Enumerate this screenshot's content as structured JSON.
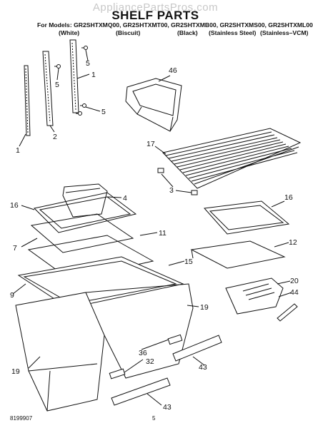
{
  "watermark": "AppliancePartsPros.com",
  "title": "SHELF PARTS",
  "models_line": "For Models: GR2SHTXMQ00, GR2SHTXMT00, GR2SHTXMB00, GR2SHTXMS00, GR2SHTXML00",
  "colors": [
    "(White)",
    "(Biscuit)",
    "(Black)",
    "(Stainless Steel)",
    "(Stainless–VCM)"
  ],
  "callouts": {
    "c1a": "1",
    "c1b": "1",
    "c2": "2",
    "c5a": "5",
    "c5b": "5",
    "c5c": "5",
    "c46": "46",
    "c17": "17",
    "c3": "3",
    "c4": "4",
    "c16a": "16",
    "c16b": "16",
    "c7": "7",
    "c11": "11",
    "c12": "12",
    "c15": "15",
    "c9": "9",
    "c19a": "19",
    "c19b": "19",
    "c20": "20",
    "c44": "44",
    "c36": "36",
    "c32": "32",
    "c43a": "43",
    "c43b": "43"
  },
  "footer_code": "8199907",
  "page_number": "5"
}
